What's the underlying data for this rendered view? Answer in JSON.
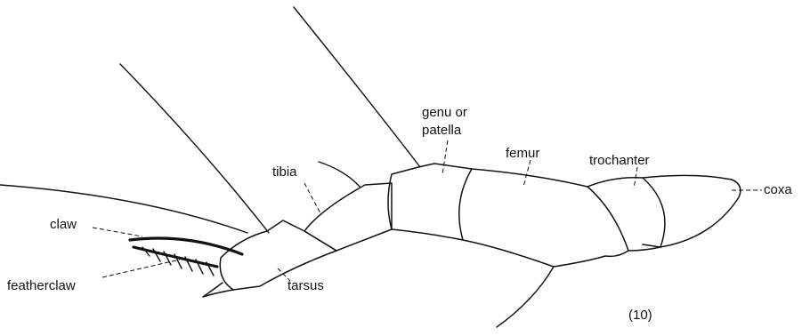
{
  "labels": {
    "genu_line1": "genu or",
    "genu_line2": "patella",
    "femur": "femur",
    "trochanter": "trochanter",
    "coxa": "coxa",
    "tibia": "tibia",
    "claw": "claw",
    "featherclaw": "featherclaw",
    "tarsus": "tarsus",
    "figure_number": "(10)"
  }
}
